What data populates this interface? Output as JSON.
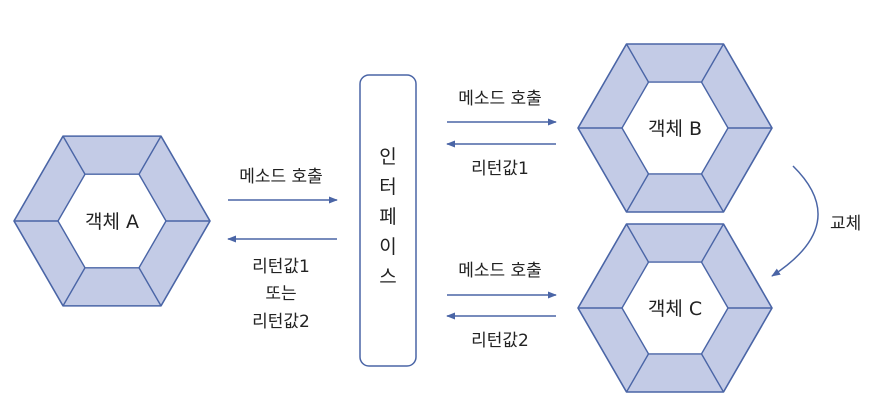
{
  "colors": {
    "hex_fill": "#c3cbe6",
    "hex_stroke": "#4a65a6",
    "arrow": "#4a65a6",
    "text": "#222222",
    "box_stroke": "#4a65a6"
  },
  "objects": {
    "a": {
      "label": "객체 A"
    },
    "b": {
      "label": "객체 B"
    },
    "c": {
      "label": "객체 C"
    }
  },
  "interface": {
    "chars": [
      "인",
      "터",
      "페",
      "이",
      "스"
    ]
  },
  "left_arrows": {
    "call": "메소드 호출",
    "return_lines": [
      "리턴값1",
      "또는",
      "리턴값2"
    ]
  },
  "right_top_arrows": {
    "call": "메소드 호출",
    "return": "리턴값1"
  },
  "right_bottom_arrows": {
    "call": "메소드 호출",
    "return": "리턴값2"
  },
  "swap": {
    "label": "교체"
  }
}
